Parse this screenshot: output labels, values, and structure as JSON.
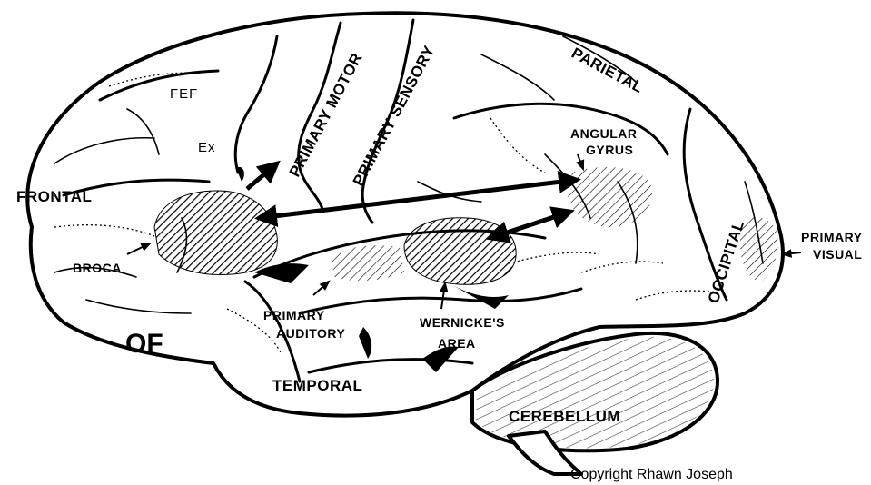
{
  "labels": {
    "primary_motor": "PRIMARY MOTOR",
    "primary_sensory": "PRIMARY SENSORY",
    "parietal": "PARIETAL",
    "fef": "FEF",
    "ex": "Ex",
    "angular_gyrus_line1": "ANGULAR",
    "angular_gyrus_line2": "GYRUS",
    "frontal": "FRONTAL",
    "broca": "BROCA",
    "occipital": "OCCIPITAL",
    "primary_visual_line1": "PRIMARY",
    "primary_visual_line2": "VISUAL",
    "primary_auditory_line1": "PRIMARY",
    "primary_auditory_line2": "AUDITORY",
    "wernicke_line1": "WERNICKE'S",
    "wernicke_line2": "AREA",
    "of": "OF",
    "temporal": "TEMPORAL",
    "cerebellum": "CEREBELLUM"
  },
  "copyright": "Copyright Rhawn Joseph"
}
